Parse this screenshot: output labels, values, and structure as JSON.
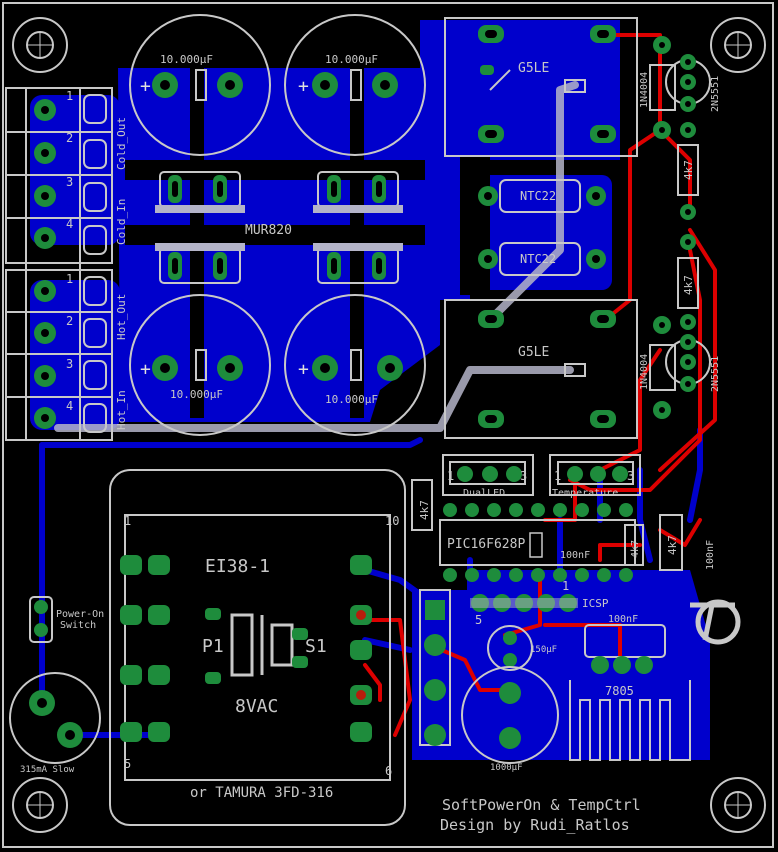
{
  "colors": {
    "background": "#000000",
    "copper_bottom": "#0000cc",
    "copper_top": "#dd0000",
    "silkscreen": "#c8c8c8",
    "pad_ring": "#1e8c3c",
    "via": "#ffff00",
    "board_outline": "#c8c8c8",
    "wide_trace": "#b4b4c8"
  },
  "capacitors": {
    "c1": "10.000µF",
    "c2": "10.000µF",
    "c3": "10.000µF",
    "c4": "10.000µF"
  },
  "rectifier": "MUR820",
  "relays": {
    "k1": "G5LE",
    "k2": "G5LE"
  },
  "ntc": {
    "n1": "NTC22",
    "n2": "NTC22"
  },
  "diodes": {
    "d1": "1N4004",
    "d2": "1N4004",
    "t1": "2N5551",
    "t2": "2N5551"
  },
  "resistors": {
    "r1": "4k7",
    "r2": "4k7",
    "r3": "4k7",
    "r4": "4k7",
    "r5": "4k7"
  },
  "terminals": {
    "cold_out": "Cold_Out",
    "cold_in": "Cold_In",
    "hot_out": "Hot_Out",
    "hot_in": "Hot_In",
    "pins": [
      "1",
      "2",
      "3",
      "4",
      "1",
      "2",
      "3",
      "4"
    ]
  },
  "connectors": {
    "dual_led": "DualLED",
    "temperature": "Temperature",
    "pin1": "1",
    "pin3": "3",
    "icsp": "ICSP",
    "icsp_pin1": "1",
    "icsp_pin5": "5",
    "power_on": "Power-On",
    "switch": "Switch"
  },
  "mcu": {
    "name": "PIC16F628P",
    "cap": "100nF",
    "cap2": "100nF",
    "cap3": "100nF"
  },
  "transformer": {
    "name": "EI38-1",
    "primary": "P1",
    "secondary": "S1",
    "voltage": "8VAC",
    "alt": "or TAMURA 3FD-316",
    "pin1": "1",
    "pin5": "5",
    "pin6": "6",
    "pin10": "10"
  },
  "regulator": {
    "name": "7805",
    "cap_small": "150µF",
    "cap_big": "1000µF"
  },
  "fuse": "315mA Slow",
  "footer": {
    "line1": "SoftPowerOn & TempCtrl",
    "line2": "Design by  Rudi_Ratlos"
  }
}
